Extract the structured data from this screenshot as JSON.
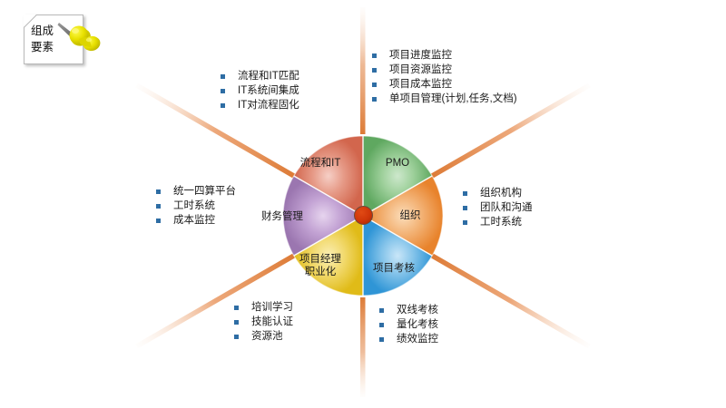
{
  "note": {
    "text": "组成\n要素",
    "pin_icon": "pushpin-icon"
  },
  "wheel": {
    "center_icon": "hub-circle",
    "sectors": [
      {
        "key": "pmo",
        "label": "PMO",
        "color": "#77b978"
      },
      {
        "key": "org",
        "label": "组织",
        "color": "#ef9d4e"
      },
      {
        "key": "appraisal",
        "label": "项目考核",
        "color": "#4da6e0"
      },
      {
        "key": "pm_pro",
        "label": "项目经理\n职业化",
        "color": "#efcb3b"
      },
      {
        "key": "finance",
        "label": "财务管理",
        "color": "#b28cc4"
      },
      {
        "key": "proc_it",
        "label": "流程和IT",
        "color": "#e0715c"
      }
    ]
  },
  "blocks": {
    "top_right": {
      "items": [
        "项目进度监控",
        "项目资源监控",
        "项目成本监控",
        "单项目管理(计划,任务,文档)"
      ]
    },
    "top_left": {
      "items": [
        "流程和IT匹配",
        "IT系统间集成",
        "IT对流程固化"
      ]
    },
    "middle_left": {
      "items": [
        "统一四算平台",
        "工时系统",
        "成本监控"
      ]
    },
    "middle_right": {
      "items": [
        "组织机构",
        "团队和沟通",
        "工时系统"
      ]
    },
    "bottom_left": {
      "items": [
        "培训学习",
        "技能认证",
        "资源池"
      ]
    },
    "bottom_right": {
      "items": [
        "双线考核",
        "量化考核",
        "绩效监控"
      ]
    }
  },
  "colors": {
    "bullet": "#2e6da4",
    "ray": "#e2823f",
    "hub": "#cf3508",
    "text": "#1a1a1a"
  }
}
